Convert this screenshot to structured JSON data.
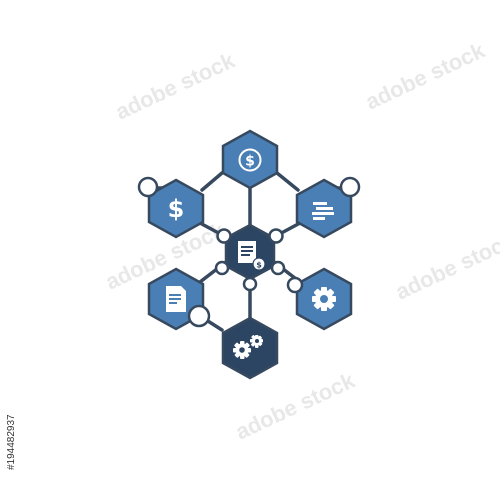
{
  "watermark": {
    "text": "adobe stock"
  },
  "side_code": "#194482937",
  "colors": {
    "outline": "#37495f",
    "light_fill": "#4a7fb5",
    "dark_fill": "#2b4563",
    "icon": "#ffffff",
    "node_fill": "#ffffff"
  },
  "diagram": {
    "nodes": [
      {
        "id": "top",
        "icon": "dollar-circle-icon",
        "shade": "light"
      },
      {
        "id": "left-upper",
        "icon": "dollar-sign-icon",
        "shade": "light"
      },
      {
        "id": "right-upper",
        "icon": "text-lines-icon",
        "shade": "light"
      },
      {
        "id": "center",
        "icon": "invoice-icon",
        "shade": "dark"
      },
      {
        "id": "left-lower",
        "icon": "document-icon",
        "shade": "light"
      },
      {
        "id": "right-lower",
        "icon": "gear-icon",
        "shade": "light"
      },
      {
        "id": "bottom",
        "icon": "gears-icon",
        "shade": "dark"
      }
    ]
  }
}
